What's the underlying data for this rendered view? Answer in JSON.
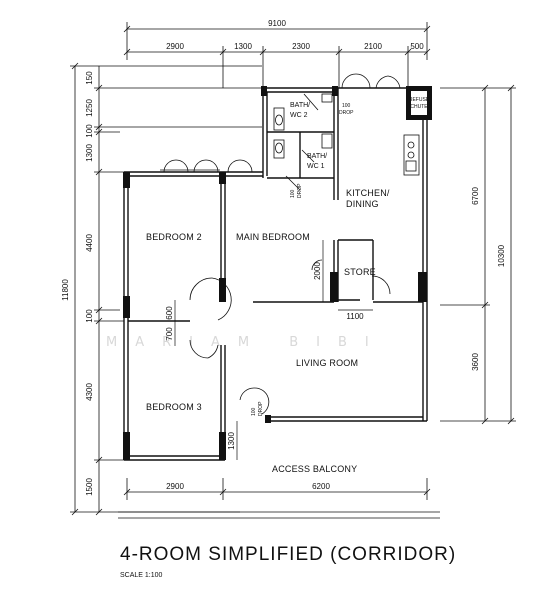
{
  "title": "4-ROOM SIMPLIFIED (CORRIDOR)",
  "scale": "SCALE   1:100",
  "watermark": "MARIAM BIBI",
  "rooms": {
    "bath_wc2": [
      "BATH/",
      "WC 2"
    ],
    "bath_wc1": [
      "BATH/",
      "WC 1"
    ],
    "kitchen": [
      "KITCHEN/",
      "DINING"
    ],
    "bedroom2": "BEDROOM 2",
    "main_bedroom": "MAIN BEDROOM",
    "store": "STORE",
    "living_room": "LIVING ROOM",
    "bedroom3": "BEDROOM 3",
    "access_balcony": "ACCESS BALCONY",
    "refuse_chute": [
      "REFUSE",
      "CHUTE"
    ]
  },
  "drops": {
    "drop1": [
      "100",
      "DROP"
    ],
    "drop2": [
      "100",
      "DROP"
    ],
    "drop3": [
      "100",
      "DROP"
    ]
  },
  "dimensions": {
    "top_total": "9100",
    "top_segments": [
      "2900",
      "1300",
      "2300",
      "2100",
      "500"
    ],
    "left_total": "11800",
    "left_segments": [
      "150",
      "1250",
      "100",
      "1300",
      "4400",
      "100",
      "4300",
      "1500"
    ],
    "right_upper": "6700",
    "right_lower": "3600",
    "right_total": "10300",
    "bottom_segments": [
      "2900",
      "6200"
    ],
    "interior": {
      "main_bed_2000": "2000",
      "store_1100": "1100",
      "door_600": "600",
      "door_700": "700",
      "bed3_1300": "1300"
    }
  }
}
